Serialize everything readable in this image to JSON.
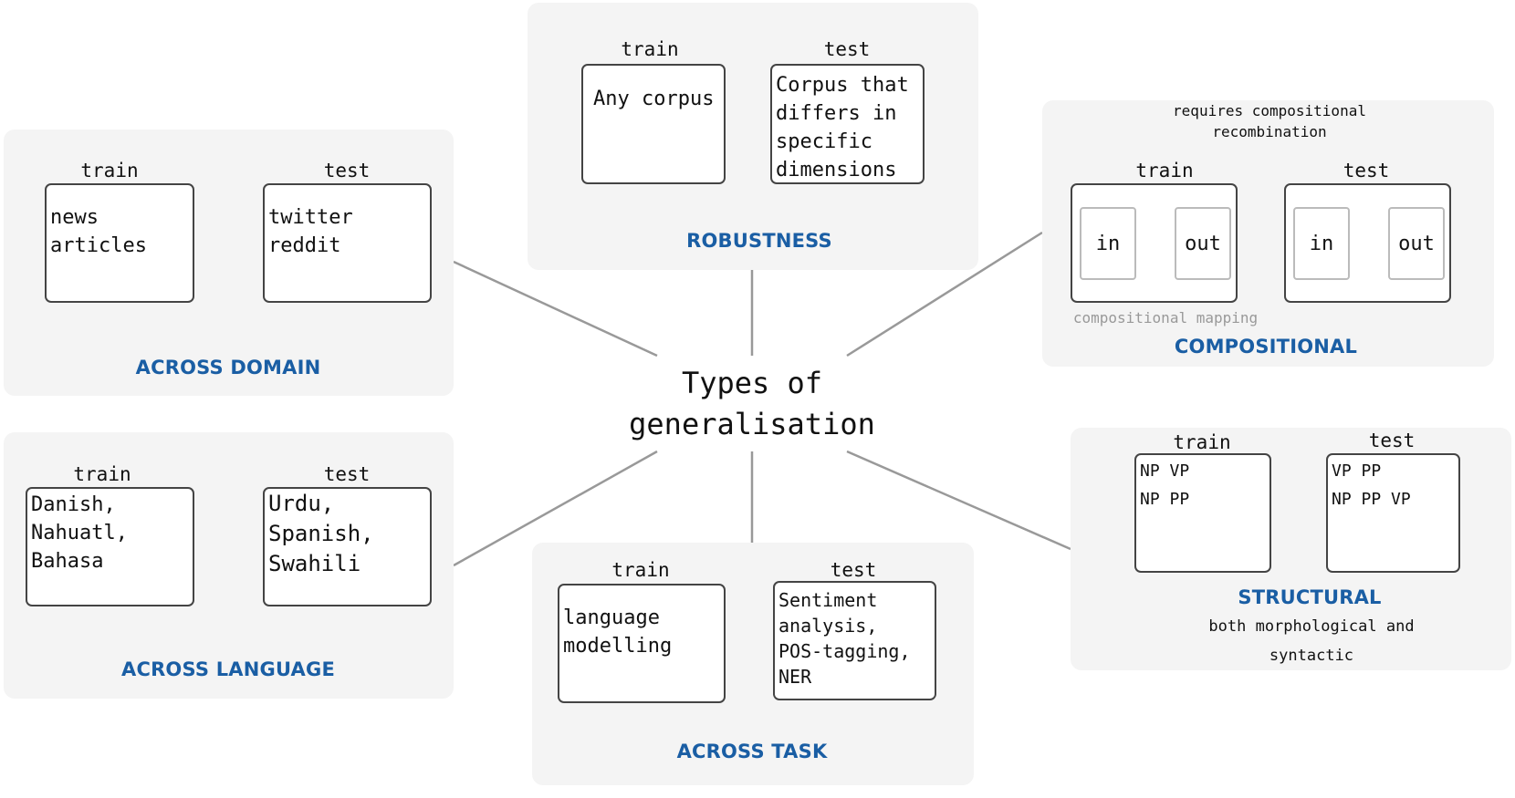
{
  "center": {
    "line1": "Types of",
    "line2": "generalisation"
  },
  "panels": {
    "robustness": {
      "title": "ROBUSTNESS",
      "train_label": "train",
      "test_label": "test",
      "train": [
        "Any corpus"
      ],
      "test": [
        "Corpus that",
        "differs in",
        "specific",
        "dimensions"
      ]
    },
    "across_domain": {
      "title": "ACROSS DOMAIN",
      "train_label": "train",
      "test_label": "test",
      "train": [
        "news",
        "articles"
      ],
      "test": [
        "twitter",
        "reddit"
      ]
    },
    "compositional": {
      "title": "COMPOSITIONAL",
      "train_label": "train",
      "test_label": "test",
      "annotation": [
        "requires compositional",
        "recombination"
      ],
      "mapping_label": "compositional mapping",
      "in_label": "in",
      "out_label": "out"
    },
    "across_language": {
      "title": "ACROSS LANGUAGE",
      "train_label": "train",
      "test_label": "test",
      "train": [
        "Danish,",
        "Nahuatl,",
        "Bahasa"
      ],
      "test": [
        "Urdu,",
        "Spanish,",
        "Swahili"
      ]
    },
    "across_task": {
      "title": "ACROSS TASK",
      "train_label": "train",
      "test_label": "test",
      "train": [
        "language",
        "modelling"
      ],
      "test": [
        "Sentiment",
        "analysis,",
        "POS-tagging,",
        "NER"
      ]
    },
    "structural": {
      "title": "STRUCTURAL",
      "train_label": "train",
      "test_label": "test",
      "train": [
        "NP VP",
        "NP PP"
      ],
      "test": [
        "VP PP",
        "NP PP VP"
      ],
      "subtitle": [
        "both morphological and",
        "syntactic"
      ]
    }
  },
  "colors": {
    "title_blue": "#1a5ea4",
    "panel_bg": "#f4f4f4",
    "connector": "#999999"
  }
}
